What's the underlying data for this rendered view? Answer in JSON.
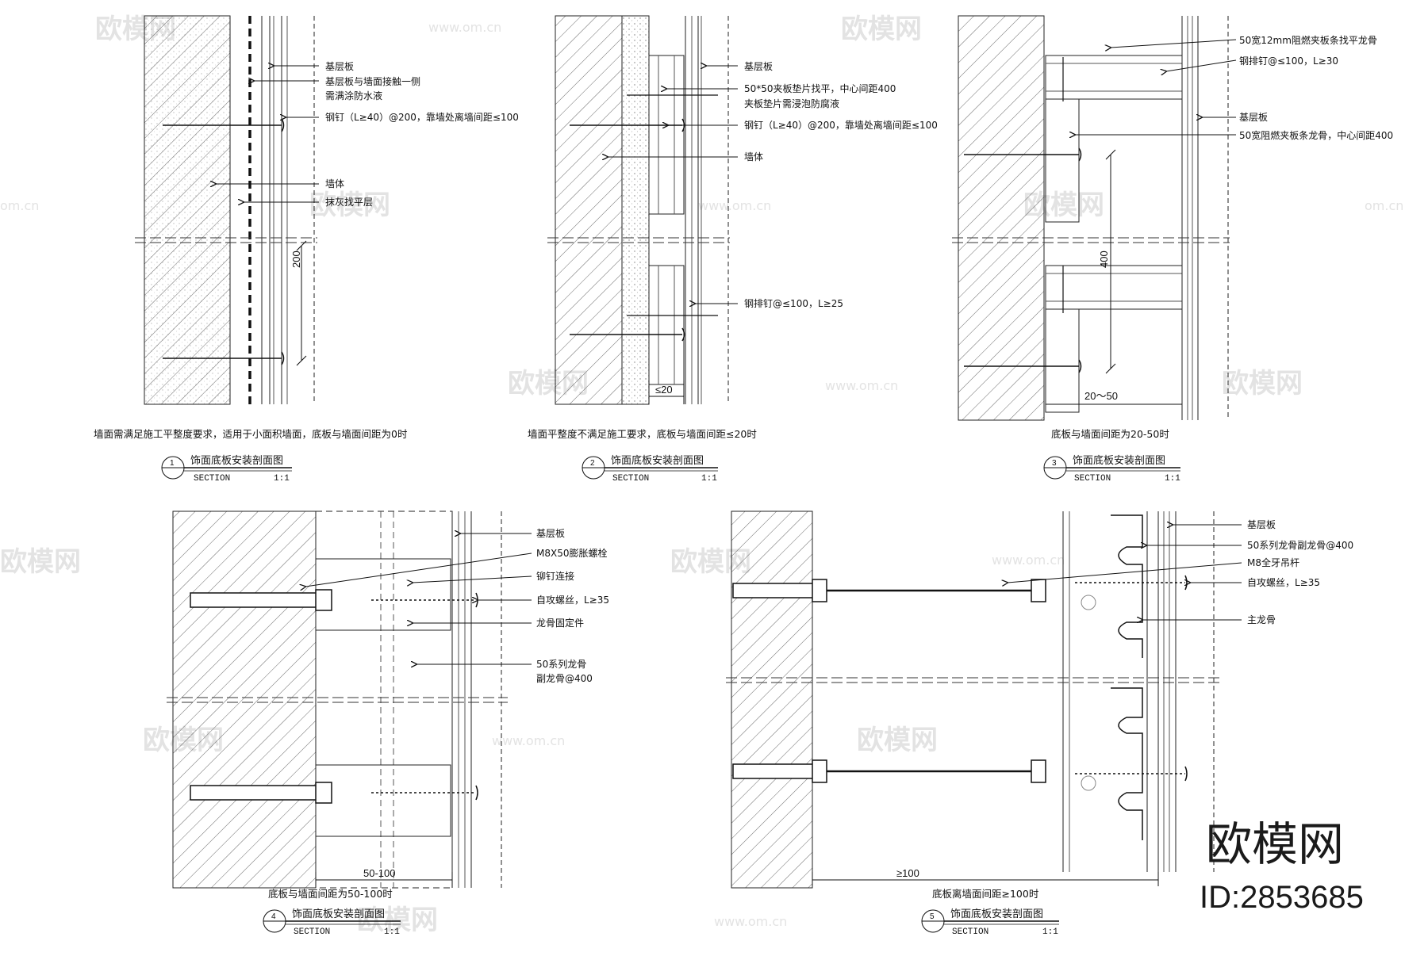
{
  "watermark": {
    "text": "欧模网",
    "url": "www.om.cn",
    "url_short": "om.cn"
  },
  "brand": {
    "name": "欧模网",
    "id": "ID:2853685"
  },
  "sections": [
    {
      "num": "1",
      "title": "饰面底板安装剖面图",
      "section": "SECTION",
      "scale": "1:1",
      "caption": "墙面需满足施工平整度要求，适用于小面积墙面，底板与墙面间距为0时",
      "labels": [
        "基层板",
        "基层板与墙面接触一侧",
        "需满涂防水液",
        "钢钉（L≥40）@200，靠墙处离墙间距≤100",
        "墙体",
        "抹灰找平层"
      ],
      "dims": [
        "200"
      ]
    },
    {
      "num": "2",
      "title": "饰面底板安装剖面图",
      "section": "SECTION",
      "scale": "1:1",
      "caption": "墙面平整度不满足施工要求，底板与墙面间距≤20时",
      "labels": [
        "基层板",
        "50*50夹板垫片找平，中心间距400",
        "夹板垫片需浸泡防腐液",
        "钢钉（L≥40）@200，靠墙处离墙间距≤100",
        "墙体",
        "钢排钉@≤100，L≥25"
      ],
      "dims": [
        "≤20"
      ]
    },
    {
      "num": "3",
      "title": "饰面底板安装剖面图",
      "section": "SECTION",
      "scale": "1:1",
      "caption": "底板与墙面间距为20-50时",
      "labels": [
        "50宽12mm阻燃夹板条找平龙骨",
        "钢排钉@≤100，L≥30",
        "基层板",
        "50宽阻燃夹板条龙骨，中心间距400"
      ],
      "dims": [
        "400",
        "20～50"
      ]
    },
    {
      "num": "4",
      "title": "饰面底板安装剖面图",
      "section": "SECTION",
      "scale": "1:1",
      "caption": "底板与墙面间距为50-100时",
      "labels": [
        "基层板",
        "M8X50膨胀螺栓",
        "铆钉连接",
        "自攻螺丝，L≥35",
        "龙骨固定件",
        "50系列龙骨",
        "副龙骨@400"
      ],
      "dims": [
        "50-100"
      ]
    },
    {
      "num": "5",
      "title": "饰面底板安装剖面图",
      "section": "SECTION",
      "scale": "1:1",
      "caption": "底板离墙面间距≥100时",
      "labels": [
        "基层板",
        "50系列龙骨副龙骨@400",
        "M8全牙吊杆",
        "自攻螺丝，L≥35",
        "主龙骨"
      ],
      "dims": [
        "≥100"
      ]
    }
  ]
}
